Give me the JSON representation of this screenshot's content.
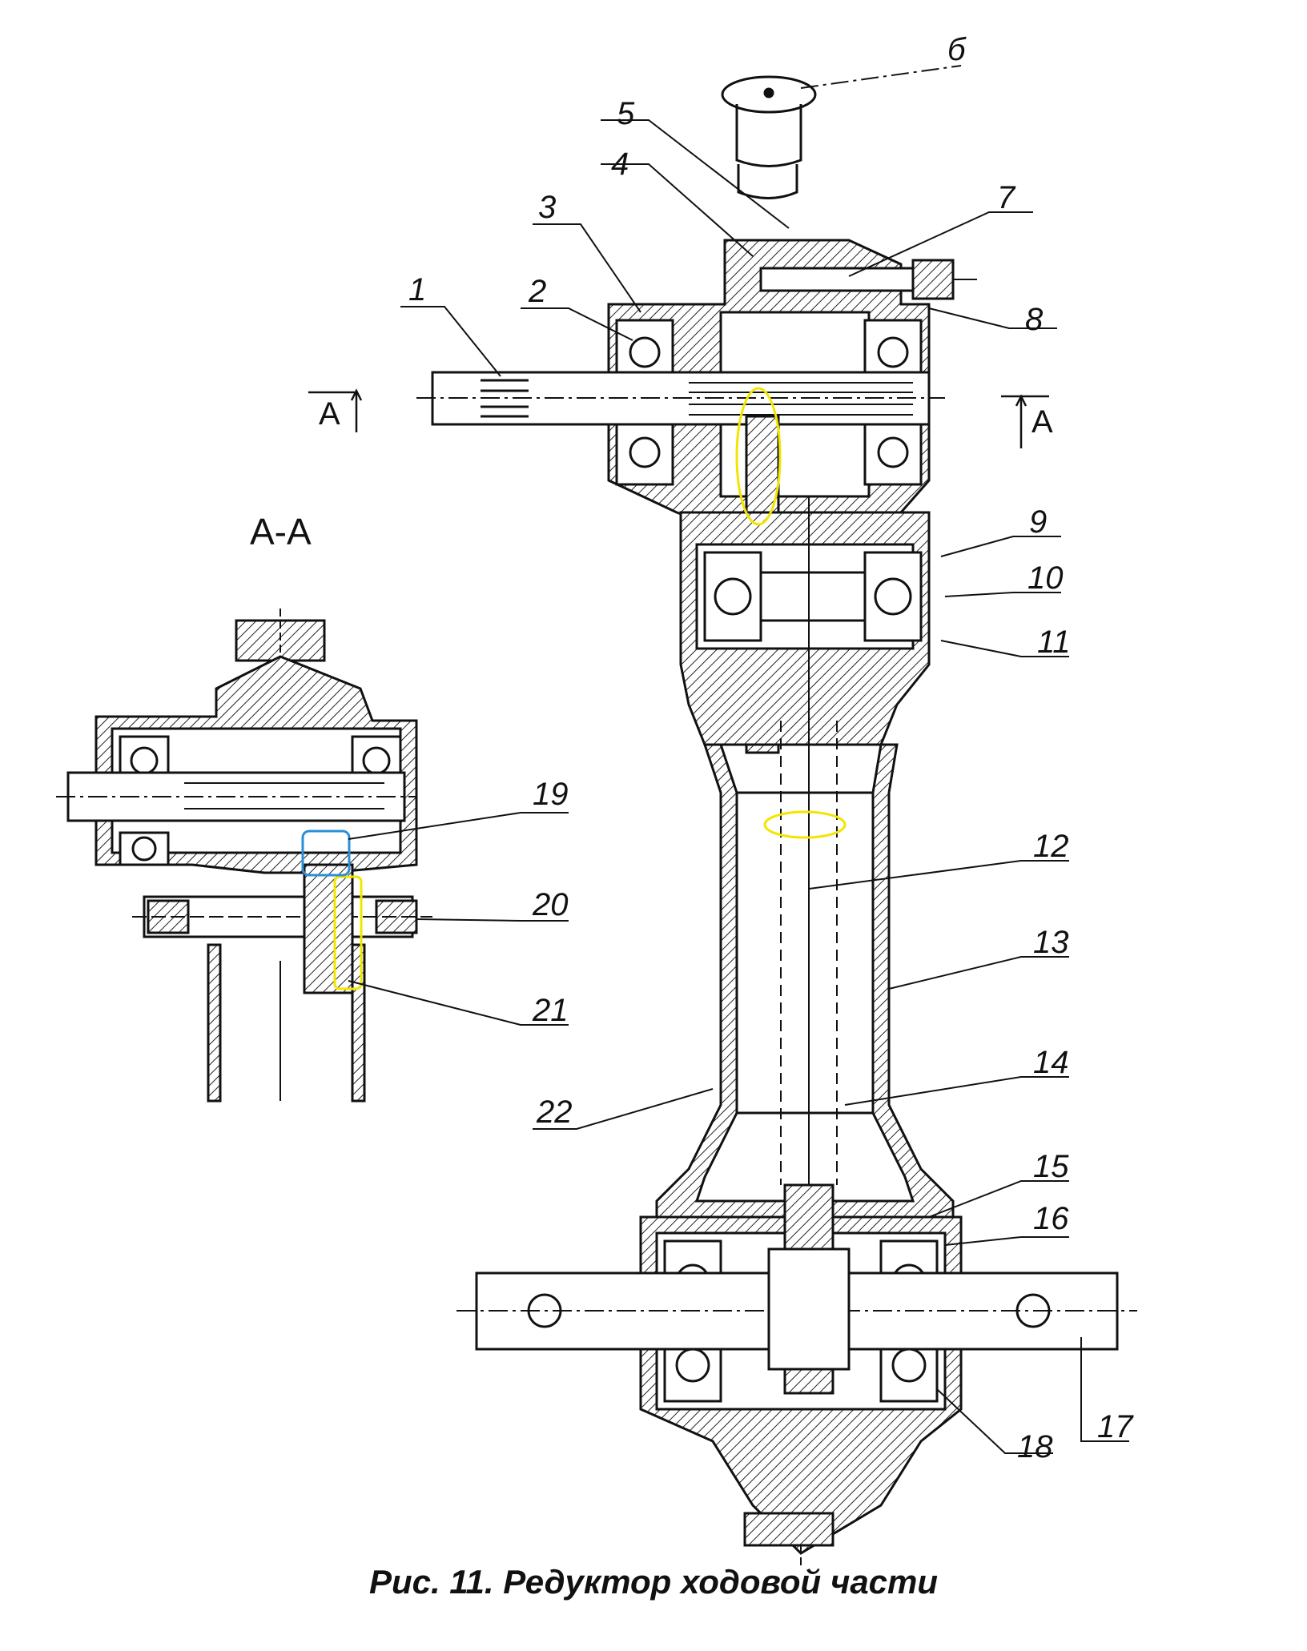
{
  "caption": "Рис. 11. Редуктор ходовой части",
  "section_title": "А-А",
  "section_marks": [
    "А",
    "А"
  ],
  "callouts": [
    "1",
    "2",
    "3",
    "4",
    "5",
    "б",
    "7",
    "8",
    "9",
    "10",
    "11",
    "12",
    "13",
    "14",
    "15",
    "16",
    "17",
    "18",
    "19",
    "20",
    "21",
    "22"
  ],
  "highlight_colors": {
    "yellow": "#f2e600",
    "blue": "#2b8fd6"
  }
}
